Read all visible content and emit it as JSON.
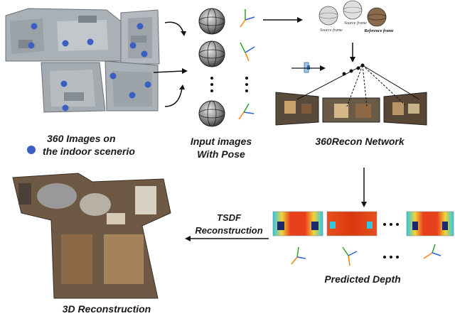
{
  "title_360_images_line1": "360 Images on",
  "title_360_images_line2": "the indoor scenerio",
  "input_images_line1": "Input images",
  "input_images_line2": "With Pose",
  "network_label": "360Recon Network",
  "source_frame_1": "Source frame",
  "source_frame_2": "Source frame",
  "reference_frame": "Reference frame",
  "tsdf_line1": "TSDF",
  "tsdf_line2": "Reconstruction",
  "predicted_depth": "Predicted Depth",
  "reconstruction_3d": "3D Reconstruction",
  "colors": {
    "marker_blue": "#3a5fc4",
    "axis_green": "#2ca02c",
    "axis_blue": "#3060d0",
    "axis_orange": "#ff7f0e",
    "depth_red": "#e8401c",
    "depth_yellow": "#f2d43a",
    "depth_cyan": "#30c8e0"
  }
}
